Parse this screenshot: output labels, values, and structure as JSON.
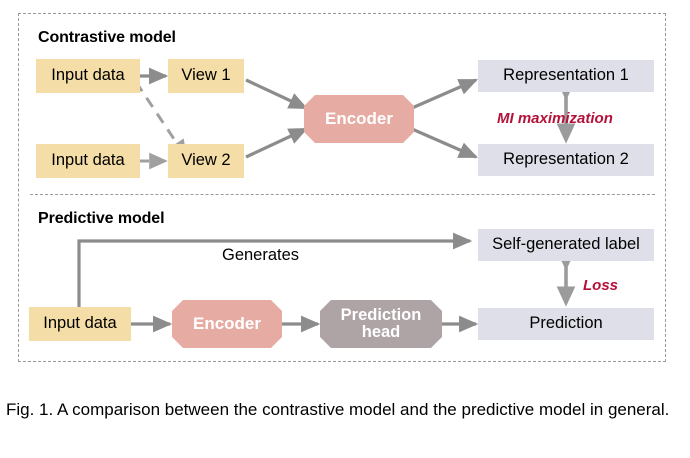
{
  "figure": {
    "caption": "Fig. 1. A comparison between the contrastive model and the predictive model in general.",
    "colors": {
      "input_box": "#f4dda6",
      "representation_box": "#dfdfe9",
      "encoder": "#e6aba3",
      "prediction_head": "#aea3a5",
      "arrow": "#8c8c8c",
      "red_text": "#b4123a",
      "frame_dash": "#9a9a9a"
    }
  },
  "contrastive": {
    "title": "Contrastive model",
    "input_data_top": "Input data",
    "input_data_bottom": "Input data",
    "view_1": "View 1",
    "view_2": "View 2",
    "encoder": "Encoder",
    "representation_1": "Representation 1",
    "representation_2": "Representation 2",
    "relation_label": "MI maximization"
  },
  "predictive": {
    "title": "Predictive model",
    "input_data": "Input data",
    "encoder": "Encoder",
    "prediction_head_line1": "Prediction",
    "prediction_head_line2": "head",
    "generates_label": "Generates",
    "self_generated_label": "Self-generated label",
    "prediction": "Prediction",
    "relation_label": "Loss"
  }
}
